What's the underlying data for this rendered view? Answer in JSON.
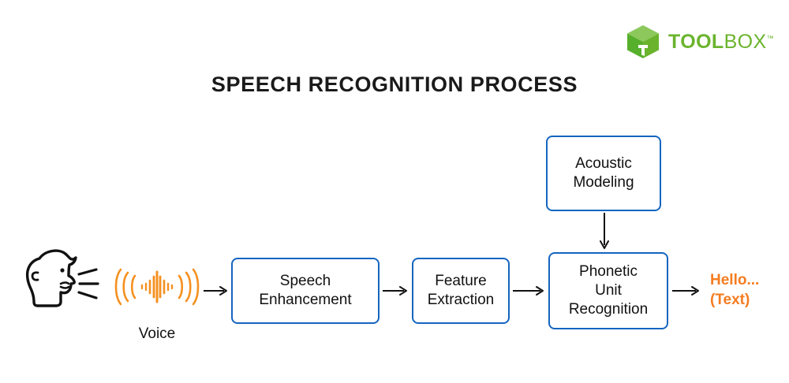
{
  "brand": {
    "logo_icon": "toolbox-cube-icon",
    "name_bold": "TOOL",
    "name_light": "BOX",
    "trademark": "™",
    "logo_green": "#6AB42D",
    "logo_green_light": "#8CC85C"
  },
  "header": {
    "title": "SPEECH RECOGNITION PROCESS"
  },
  "colors": {
    "box_border_blue": "#1565C0",
    "accent_orange": "#F57C20",
    "text_black": "#111111"
  },
  "diagram": {
    "type": "flow",
    "input": {
      "speaker_icon": "speaking-head-icon",
      "wave_icon": "sound-wave-icon",
      "wave_label": "Voice"
    },
    "boxes": [
      {
        "id": "speech-enhancement",
        "line1": "Speech",
        "line2": "Enhancement",
        "line3": ""
      },
      {
        "id": "feature-extraction",
        "line1": "Feature",
        "line2": "Extraction",
        "line3": ""
      },
      {
        "id": "phonetic-unit-recognition",
        "line1": "Phonetic",
        "line2": "Unit",
        "line3": "Recognition"
      },
      {
        "id": "acoustic-modeling",
        "line1": "Acoustic",
        "line2": "Modeling",
        "line3": ""
      }
    ],
    "output": {
      "line1": "Hello...",
      "line2": "(Text)"
    },
    "connections": [
      {
        "from": "voice",
        "to": "speech-enhancement",
        "direction": "right"
      },
      {
        "from": "speech-enhancement",
        "to": "feature-extraction",
        "direction": "right"
      },
      {
        "from": "feature-extraction",
        "to": "phonetic-unit-recognition",
        "direction": "right"
      },
      {
        "from": "acoustic-modeling",
        "to": "phonetic-unit-recognition",
        "direction": "down"
      },
      {
        "from": "phonetic-unit-recognition",
        "to": "output",
        "direction": "right"
      }
    ]
  }
}
